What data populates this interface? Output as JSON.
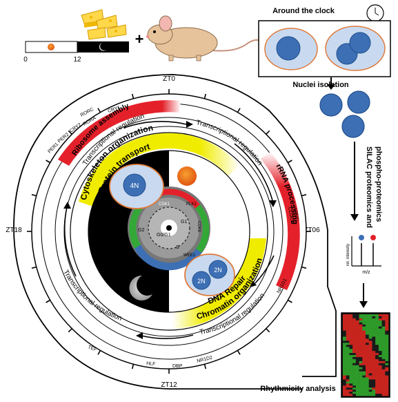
{
  "lightbar": {
    "start": "0",
    "mid": "12"
  },
  "plus": "+",
  "clock_box": {
    "title": "Around the clock"
  },
  "nuclei_isolation": "Nuclei isolation",
  "silac": {
    "line1": "SILAC  proteomics and",
    "line2": "phospho-proteomics"
  },
  "ms_plot": {
    "ylabel": "rel. intensity",
    "xlabel": "m/z"
  },
  "rhythmicity": "Rhythmicity analysis",
  "zt_labels": {
    "zt0": "ZT0",
    "zt6": "ZT06",
    "zt12": "ZT12",
    "zt18": "ZT18"
  },
  "genes": {
    "cry1": "CRY1",
    "rorc": "RORC",
    "rora": "RORA",
    "cry2": "CRY2",
    "per2": "PER2",
    "per1": "PER1",
    "arntl": "ARNTL",
    "clock": "CLOCK",
    "nr1d1": "NR1D1",
    "tef": "TEF",
    "hlf": "HLF",
    "dbp": "DBP",
    "nr1d2": "NR1D2"
  },
  "pathways": {
    "ribosome": "Ribosome assembly",
    "rrna": "rRNA processing",
    "transcription": "Transcriptional regulation",
    "cytoskeleton": "Cytoskeleton organization",
    "protein_transport": "Protein transport",
    "dna_repair": "DNA Repair",
    "chromatin": "Chromatin organization"
  },
  "cell_cycle": {
    "n4": "4N",
    "n2": "2N",
    "g1": "G1",
    "g2": "G2",
    "s": "S",
    "g0g1": "G0/G1",
    "cdk1": "CDK1",
    "plk1": "PLK1",
    "cdk6": "CDK6",
    "wee1": "WEE1"
  },
  "colors": {
    "red": "#e4212a",
    "yellow": "#f0ec00",
    "nucleus_fill": "#3d6fb5",
    "cell_fill": "#c9daf0",
    "cell_border": "#e07a3a",
    "green": "#33a837"
  }
}
